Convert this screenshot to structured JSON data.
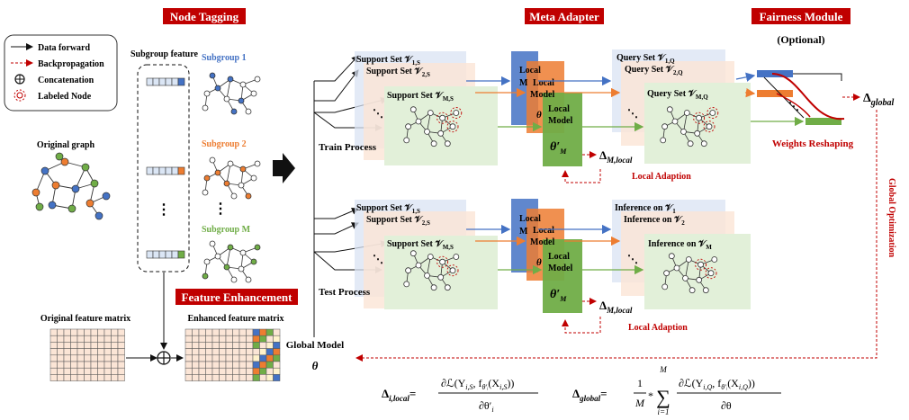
{
  "section_titles": {
    "node_tagging": "Node Tagging",
    "meta_adapter": "Meta Adapter",
    "fairness_module": "Fairness Module",
    "fairness_optional": "(Optional)",
    "feature_enhancement": "Feature Enhancement"
  },
  "legend": {
    "data_forward": "Data forward",
    "backpropagation": "Backpropagation",
    "concatenation": "Concatenation",
    "labeled_node": "Labeled Node"
  },
  "left": {
    "subgroup_feature": "Subgroup feature",
    "subgroup_1": "Subgroup 1",
    "subgroup_2": "Subgroup 2",
    "subgroup_m": "Subgroup M",
    "original_graph": "Original graph",
    "original_feature_matrix": "Original feature matrix",
    "enhanced_feature_matrix": "Enhanced feature matrix",
    "global_model": "Global Model",
    "theta": "θ"
  },
  "train": {
    "process": "Train Process",
    "support_1": "Support Set 𝒱",
    "support_1_sub": "1,S",
    "support_2": "Support Set 𝒱",
    "support_2_sub": "2,S",
    "support_m": "Support Set 𝒱",
    "support_m_sub": "M,S",
    "local_model": "Local Model",
    "local_short": "Local",
    "model_short": "Model",
    "theta_m": "θ′",
    "theta_m_sub": "M",
    "query_1": "Query Set 𝒱",
    "query_1_sub": "1,Q",
    "query_2": "Query Set 𝒱",
    "query_2_sub": "2,Q",
    "query_m": "Query Set 𝒱",
    "query_m_sub": "M,Q",
    "delta_local": "Δ",
    "delta_local_sub": "M,local",
    "local_adaption": "Local Adaption"
  },
  "test": {
    "process": "Test Process",
    "inference_1": "Inference on 𝒱",
    "inference_1_sub": "1",
    "inference_2": "Inference on 𝒱",
    "inference_2_sub": "2",
    "inference_m": "Inference on 𝒱",
    "inference_m_sub": "M",
    "local_adaption": "Local Adaption"
  },
  "fairness": {
    "weights_reshaping": "Weights Reshaping",
    "delta_global": "Δ",
    "delta_global_sub": "global",
    "global_optimization": "Global Optimization"
  },
  "formulas": {
    "local_lhs": "Δ",
    "local_lhs_sub": "i,local",
    "local_numer": "∂ℒ(Y",
    "local_numer_sub1": "i,S",
    "local_numer_mid": ", f",
    "local_numer_sub2": "θ′ᵢ",
    "local_numer_x": "(X",
    "local_numer_sub3": "i,S",
    "local_numer_end": "))",
    "local_denom": "∂θ′",
    "local_denom_sub": "i",
    "global_lhs": "Δ",
    "global_lhs_sub": "global",
    "global_frac_num": "1",
    "global_frac_den": "M",
    "global_star": "*",
    "global_sum_top": "M",
    "global_sum_bottom": "i=1",
    "global_numer": "∂ℒ(Y",
    "global_numer_sub1": "i,Q",
    "global_numer_mid": ", f",
    "global_numer_sub2": "θ′ᵢ",
    "global_numer_x": "(X",
    "global_numer_sub3": "i,Q",
    "global_numer_end": "))",
    "global_denom": "∂θ"
  },
  "colors": {
    "title_bg": "#c00000",
    "blue": "#4472c4",
    "orange": "#ed7d31",
    "green": "#70ad47",
    "blue_light": "#dae3f3",
    "orange_light": "#fbe5d6",
    "green_light": "#e2f0d9",
    "red": "#c00000"
  }
}
